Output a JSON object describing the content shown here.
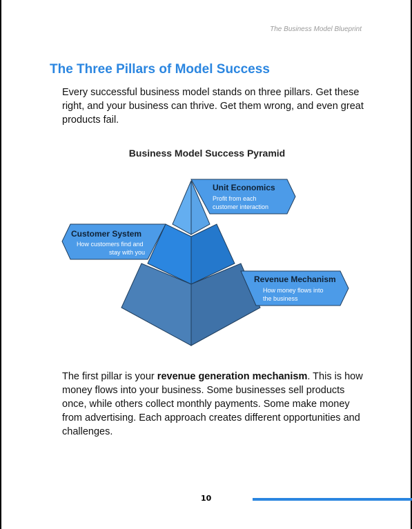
{
  "header": {
    "running_title": "The Business Model Blueprint"
  },
  "section": {
    "title": "The Three Pillars of Model Success",
    "intro": "Every successful business model stands on three pillars. Get these right, and your business can thrive. Get them wrong, and even great products fail."
  },
  "figure": {
    "title": "Business Model Success Pyramid",
    "tiers": [
      {
        "name": "Unit Economics",
        "desc_lines": [
          "Profit from each",
          "customer interaction"
        ]
      },
      {
        "name": "Customer System",
        "desc_lines": [
          "How customers find and",
          "stay with you"
        ]
      },
      {
        "name": "Revenue Mechanism",
        "desc_lines": [
          "How money flows into",
          "the business"
        ]
      }
    ],
    "colors": {
      "top": "#64aef0",
      "middle": "#2b86e0",
      "bottom": "#4a80b8",
      "label_fill": "#4c9be8"
    }
  },
  "body": {
    "para_prefix": "The first pillar is your ",
    "para_bold": "revenue generation mechanism",
    "para_suffix": ". This is how money flows into your business. Some businesses sell products once, while others collect monthly payments. Some make money from advertising. Each approach creates different opportunities and challenges."
  },
  "footer": {
    "page_number": "10",
    "accent_color": "#2b86e0"
  }
}
